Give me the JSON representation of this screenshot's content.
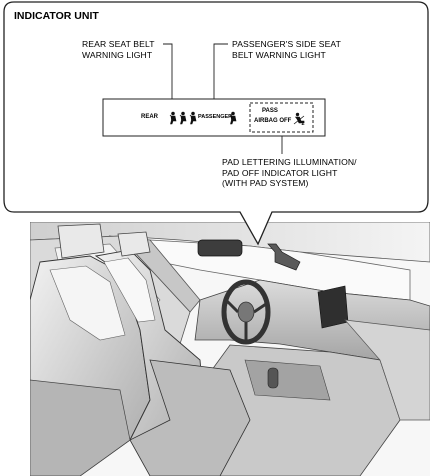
{
  "callout": {
    "title": "INDICATOR UNIT",
    "labels": {
      "rear_belt": [
        "REAR SEAT BELT",
        "WARNING LIGHT"
      ],
      "passenger_belt": [
        "PASSENGER'S SIDE SEAT",
        "BELT WARNING LIGHT"
      ],
      "pad": [
        "PAD LETTERING ILLUMINATION/",
        "PAD OFF INDICATOR LIGHT",
        "(WITH PAD SYSTEM)"
      ]
    },
    "panel": {
      "rear_text": "REAR",
      "passenger_text": "PASSENGER",
      "pass_text": "PASS",
      "airbag_off_text": "AIRBAG OFF",
      "seat_belt_icon": "seatbelt-icon",
      "child_seat_icon": "child-seat-icon"
    }
  },
  "colors": {
    "outline": "#222222",
    "car_shade_light": "#e6e6e6",
    "car_shade_mid": "#bdbdbd",
    "car_shade_dark": "#8a8a8a"
  }
}
